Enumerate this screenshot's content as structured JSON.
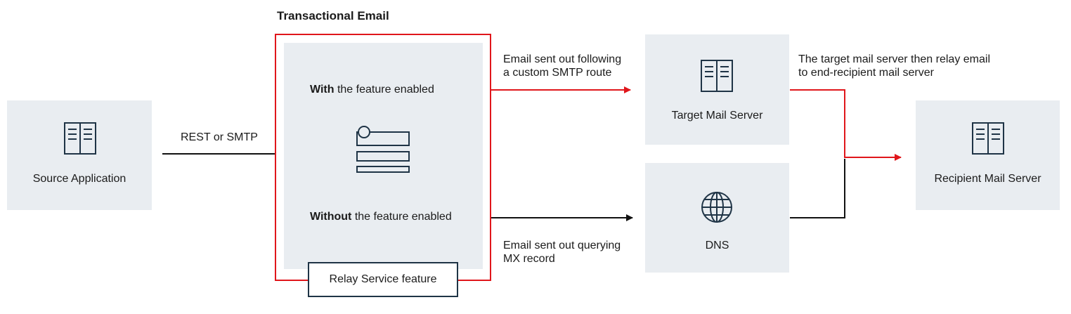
{
  "group": {
    "title": "Transactional Email",
    "relay_label": "Relay Service feature",
    "with_bold": "With",
    "with_rest": " the feature enabled",
    "without_bold": "Without",
    "without_rest": " the feature enabled"
  },
  "nodes": {
    "source": "Source Application",
    "target": "Target Mail Server",
    "dns": "DNS",
    "recipient": "Recipient Mail Server"
  },
  "edges": {
    "source_to_group": "REST or SMTP",
    "custom_route_line1": "Email sent out following",
    "custom_route_line2": "a custom SMTP route",
    "mx_line1": "Email sent out querying",
    "mx_line2": "MX record",
    "relay_line1": "The target mail server then relay email",
    "relay_line2": "to end-recipient mail server"
  },
  "colors": {
    "accent_red": "#e0161b",
    "line_dark": "#111111",
    "box_fill": "#e9edf1",
    "icon_stroke": "#1f3446"
  },
  "icons": {
    "source": "mail-server-icon",
    "target": "mail-server-icon",
    "recipient": "mail-server-icon",
    "dns": "globe-icon",
    "feature": "settings-panel-icon"
  }
}
